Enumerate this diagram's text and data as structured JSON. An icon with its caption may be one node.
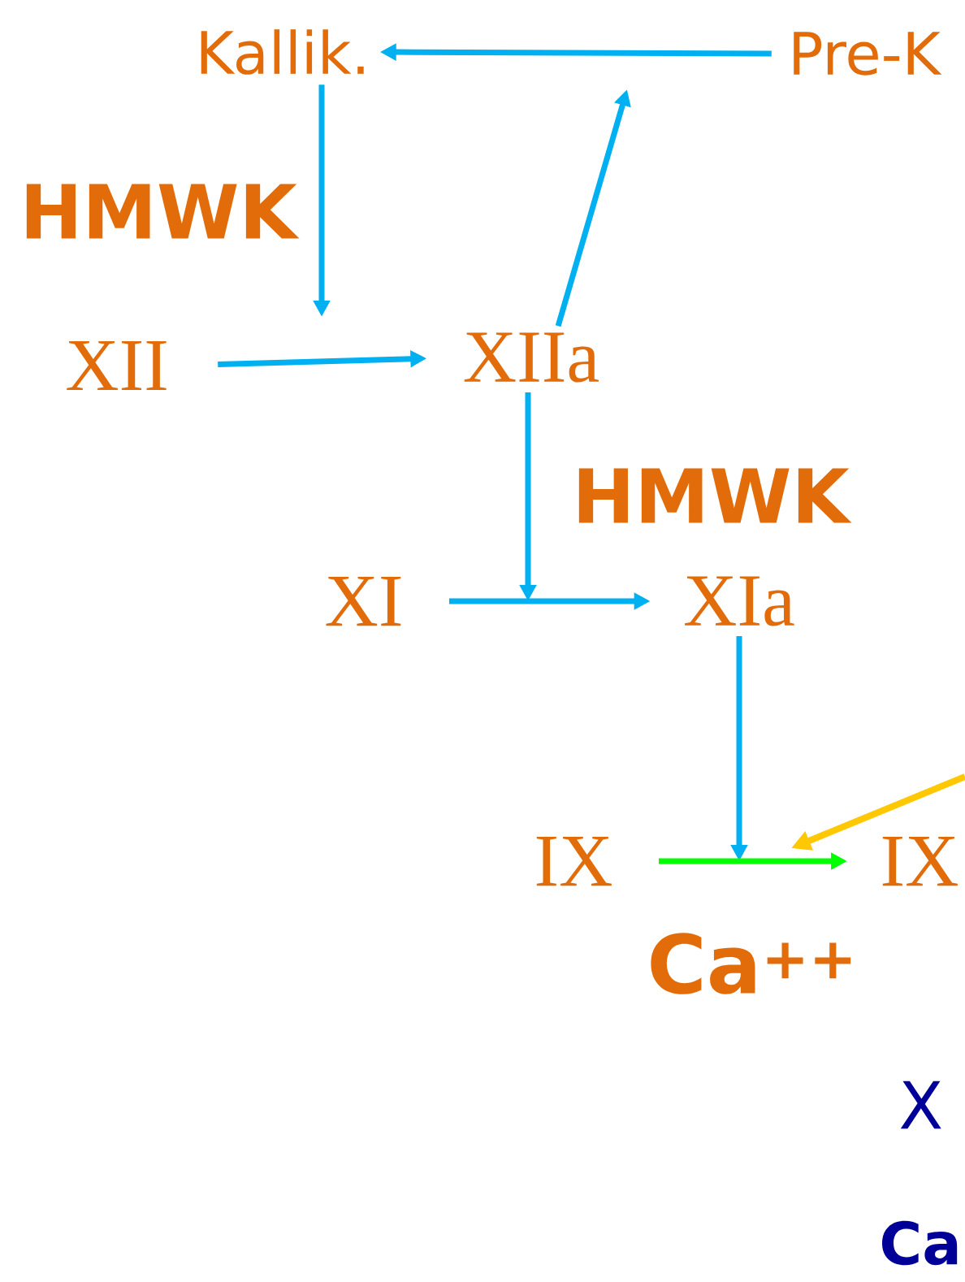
{
  "diagram": {
    "nodes": [
      {
        "text": [
          "Kallik."
        ]
      },
      {
        "text": [
          "Pre-K"
        ]
      },
      {
        "text": [
          "XII"
        ]
      },
      {
        "text": [
          "XIIa"
        ]
      },
      {
        "text": [
          "XI"
        ]
      },
      {
        "text": [
          "XIa"
        ]
      },
      {
        "text": [
          "IX"
        ]
      },
      {
        "text": [
          "IX"
        ]
      }
    ],
    "edges": [
      {
        "from": 1,
        "to": 0,
        "arrow": "to"
      },
      {
        "from": 0,
        "to": null,
        "arrow": "to"
      },
      {
        "from": 2,
        "to": 3,
        "arrow": "to"
      },
      {
        "from": 3,
        "to": null,
        "arrow": "to"
      },
      {
        "from": 3,
        "to": null,
        "arrow": "to"
      },
      {
        "from": 4,
        "to": 5,
        "arrow": "to"
      },
      {
        "from": 5,
        "to": null,
        "arrow": "to"
      },
      {
        "from": 6,
        "to": 7,
        "arrow": "to",
        "color": "#00ff00"
      }
    ],
    "labels": [
      "HMWK",
      "HMWK",
      "Ca$^{++}$",
      "X",
      "Ca"
    ]
  }
}
